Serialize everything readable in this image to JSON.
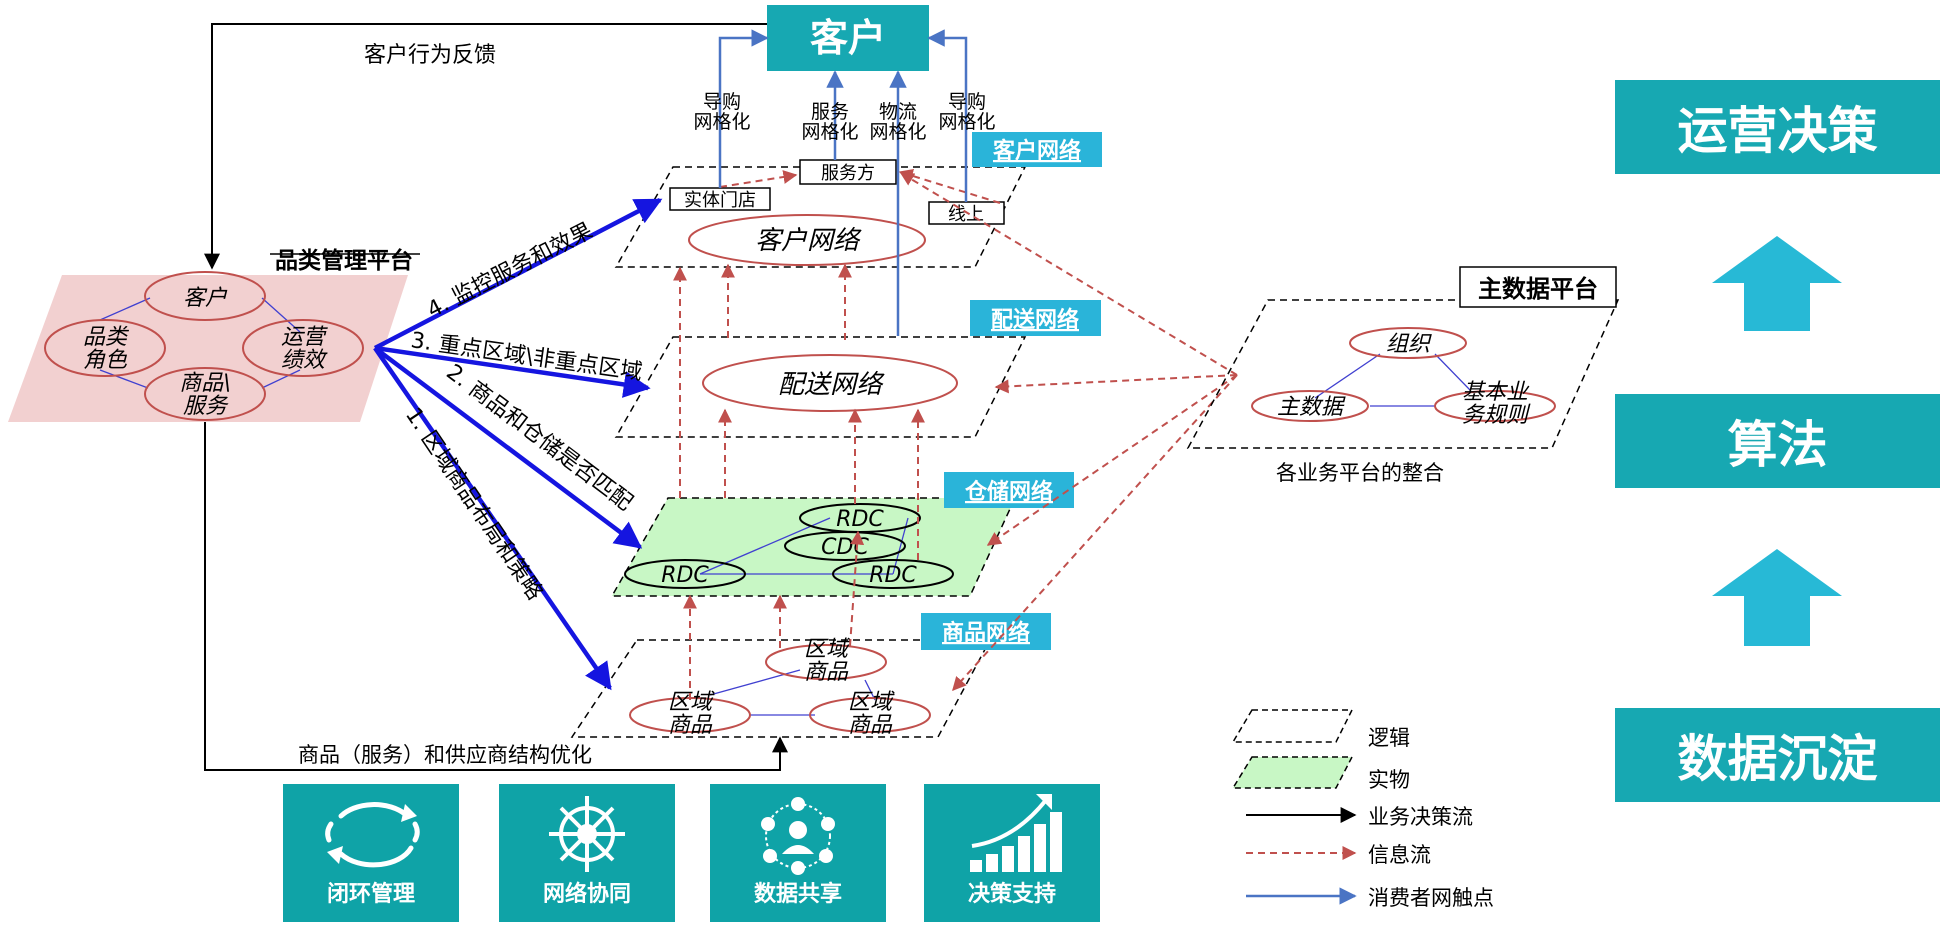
{
  "top": {
    "customer_box": "客户",
    "feedback_label": "客户行为反馈"
  },
  "touchpoints": {
    "guide": "导购\n网格化",
    "service": "服务\n网格化",
    "logistics": "物流\n网格化",
    "guide2": "导购\n网格化"
  },
  "networks": {
    "customer": {
      "tag": "客户网络",
      "center": "客户网络",
      "store": "实体门店",
      "service": "服务方",
      "online": "线上"
    },
    "delivery": {
      "tag": "配送网络",
      "center": "配送网络"
    },
    "warehouse": {
      "tag": "仓储网络",
      "rdc_top": "RDC",
      "cdc": "CDC",
      "rdc_left": "RDC",
      "rdc_right": "RDC"
    },
    "product": {
      "tag": "商品网络",
      "region_top": "区域\n商品",
      "region_left": "区域\n商品",
      "region_right": "区域\n商品"
    }
  },
  "category_platform": {
    "title": "品类管理平台",
    "customer": "客户",
    "category_role": "品类\n角色",
    "ops_perf": "运营\n绩效",
    "goods_service": "商品\\\n服务"
  },
  "arrows": {
    "a4": "4. 监控服务和效果",
    "a3": "3. 重点区域\\非重点区域",
    "a2": "2. 商品和仓储是否匹配",
    "a1": "1. 区域商品布局和策略",
    "bottom": "商品（服务）和供应商结构优化"
  },
  "master_data": {
    "title": "主数据平台",
    "org": "组织",
    "master": "主数据",
    "rules": "基本业\n务规则",
    "caption": "各业务平台的整合"
  },
  "legend": [
    {
      "label": "逻辑",
      "kind": "logic"
    },
    {
      "label": "实物",
      "kind": "physical"
    },
    {
      "label": "业务决策流",
      "kind": "decision"
    },
    {
      "label": "信息流",
      "kind": "info"
    },
    {
      "label": "消费者网触点",
      "kind": "touch"
    }
  ],
  "right_column": {
    "top": "运营决策",
    "middle": "算法",
    "bottom": "数据沉淀"
  },
  "icon_cards": [
    {
      "label": "闭环管理",
      "icon": "cycle-icon"
    },
    {
      "label": "网络协同",
      "icon": "helm-icon"
    },
    {
      "label": "数据共享",
      "icon": "share-icon"
    },
    {
      "label": "决策支持",
      "icon": "growth-chart-icon"
    }
  ],
  "colors": {
    "teal": "#17a8b2",
    "blue_arrow": "#1515e0",
    "info_red": "#c0504d",
    "touch_blue": "#4a74c4",
    "ellipse_red": "#c0504d",
    "platform_pink": "#f2d0d0",
    "warehouse_green": "#c8f7c5"
  }
}
